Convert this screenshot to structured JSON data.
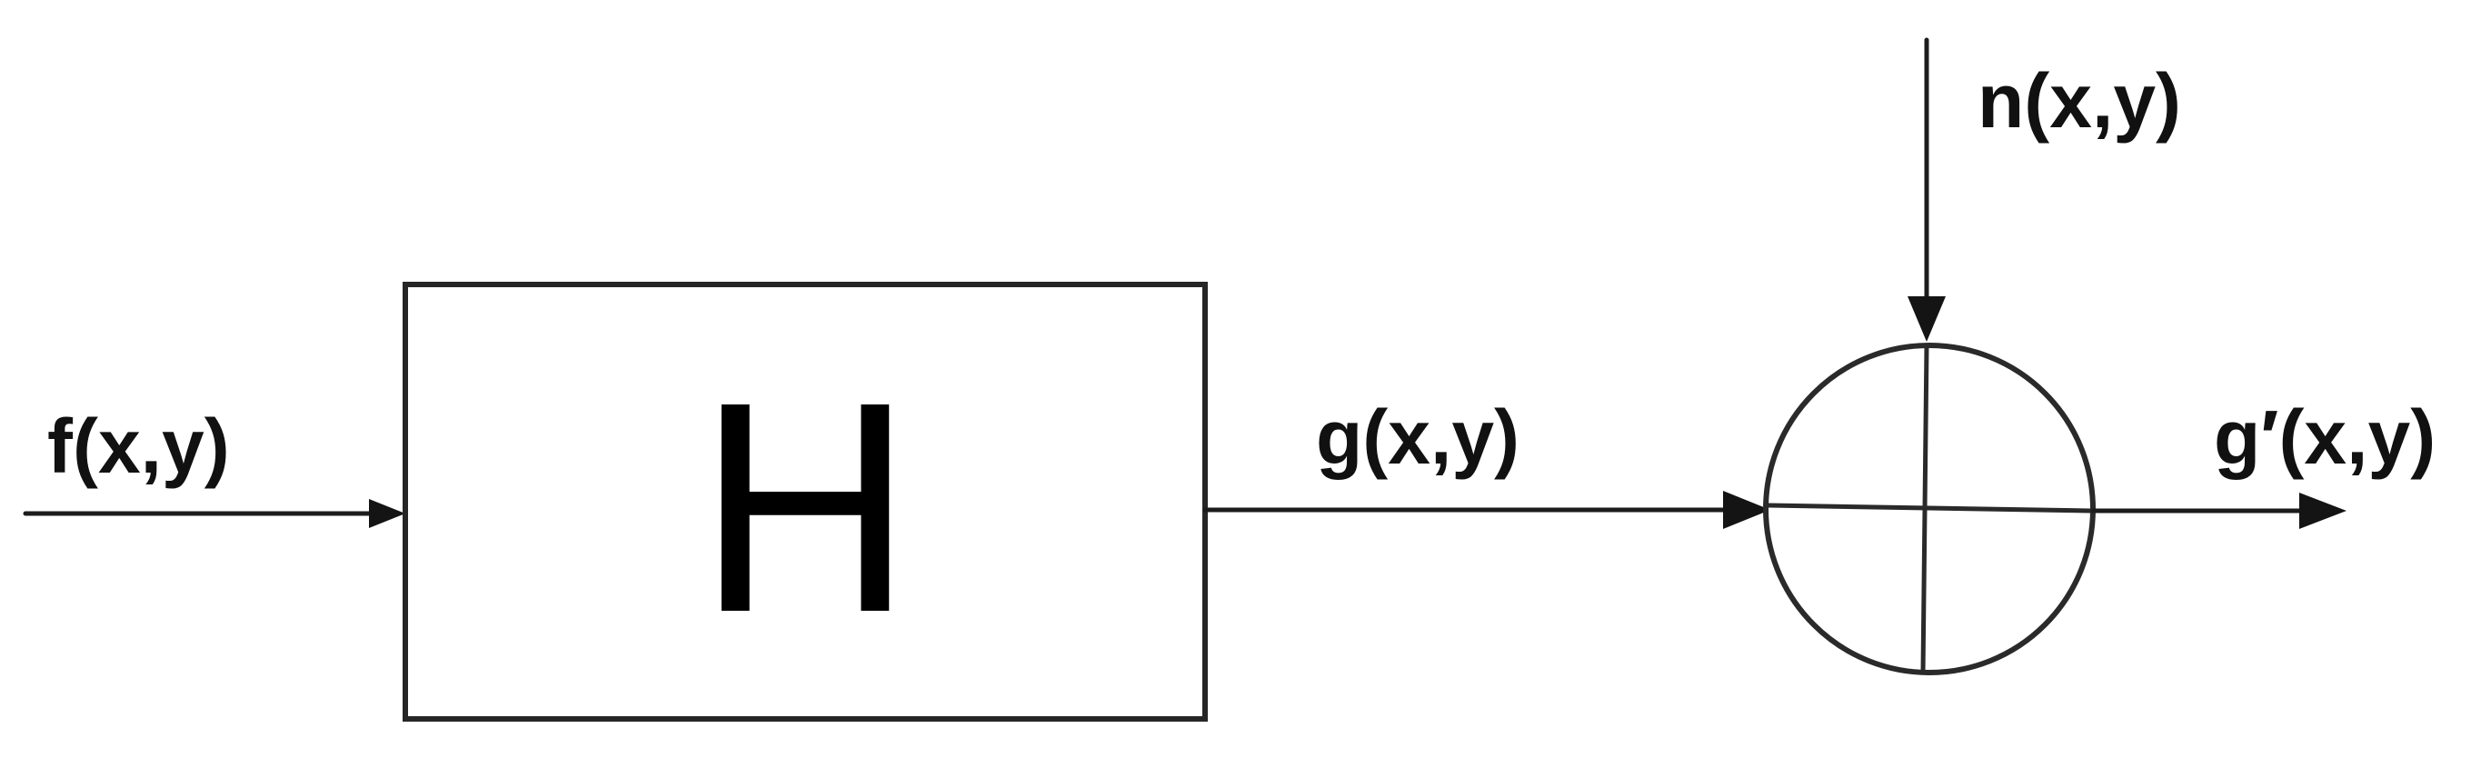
{
  "diagram": {
    "input_signal": "f(x,y)",
    "block_label": "H",
    "intermediate_signal": "g(x,y)",
    "noise_signal": "n(x,y)",
    "output_signal": "g′(x,y)",
    "summing_junction": "adder"
  }
}
